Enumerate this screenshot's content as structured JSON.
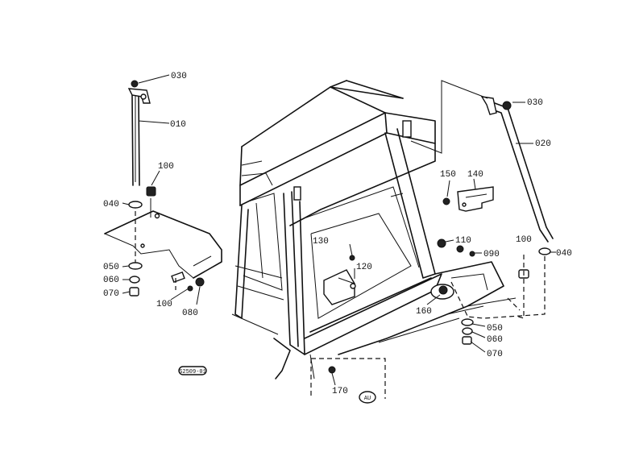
{
  "labels": {
    "p030_left": "030",
    "p010": "010",
    "p100_left_top": "100",
    "p040_left": "040",
    "p050_left": "050",
    "p060_left": "060",
    "p070_left": "070",
    "p100_left_bottom": "100",
    "p080": "080",
    "p030_right": "030",
    "p020": "020",
    "p150": "150",
    "p140": "140",
    "p110": "110",
    "p090": "090",
    "p130": "130",
    "p120": "120",
    "p100_right": "100",
    "p040_right": "040",
    "p160": "160",
    "p050_right": "050",
    "p060_right": "060",
    "p070_right": "070",
    "p170": "170"
  },
  "drawing_code": "S2509-01",
  "aui_badge": "AU"
}
